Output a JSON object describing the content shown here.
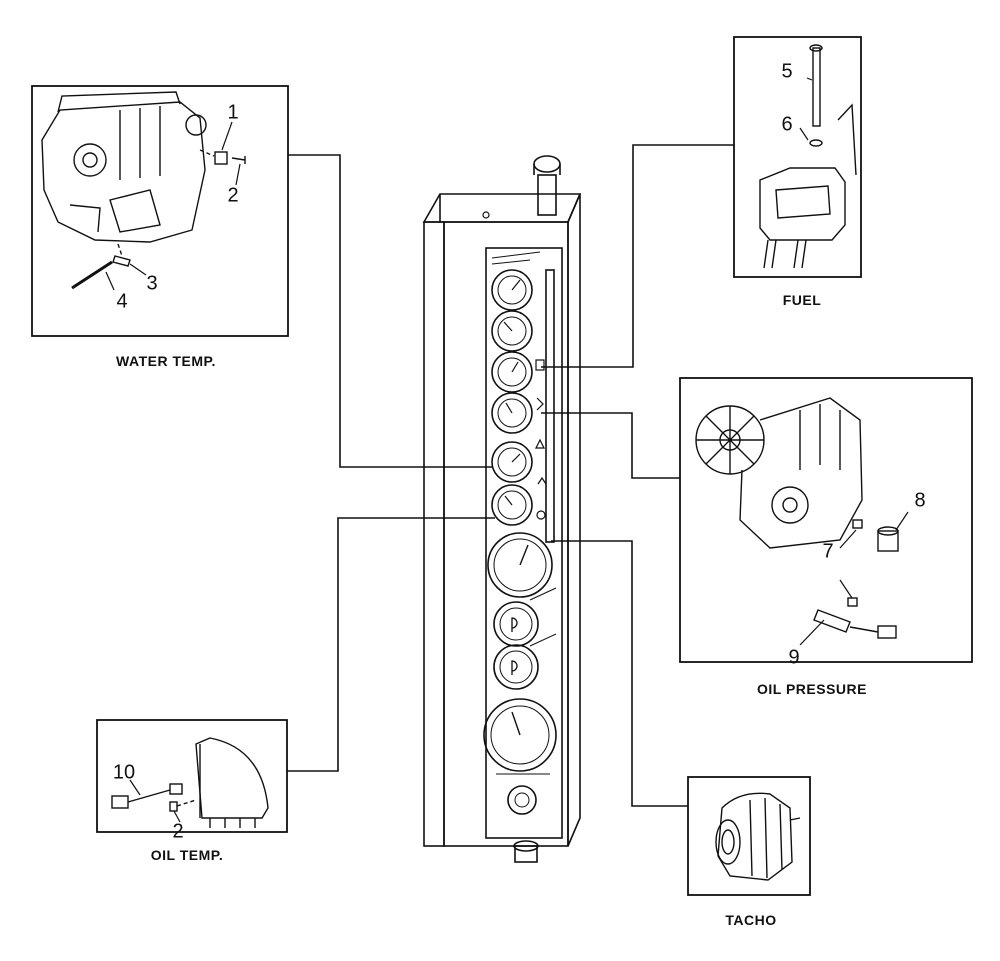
{
  "panels": {
    "water_temp": {
      "caption": "WATER TEMP.",
      "callouts": [
        "1",
        "2",
        "3",
        "4"
      ]
    },
    "fuel": {
      "caption": "FUEL",
      "callouts": [
        "5",
        "6"
      ]
    },
    "oil_pressure": {
      "caption": "OIL PRESSURE",
      "callouts": [
        "7",
        "8",
        "9"
      ]
    },
    "oil_temp": {
      "caption": "OIL TEMP.",
      "callouts": [
        "10",
        "2"
      ]
    },
    "tacho": {
      "caption": "TACHO",
      "callouts": []
    }
  },
  "colors": {
    "ink": "#111111",
    "background": "#ffffff"
  },
  "icons": [
    "engine-drawing",
    "gauge-panel",
    "fuel-tank-drawing",
    "alternator-drawing",
    "oil-cooler-drawing"
  ]
}
